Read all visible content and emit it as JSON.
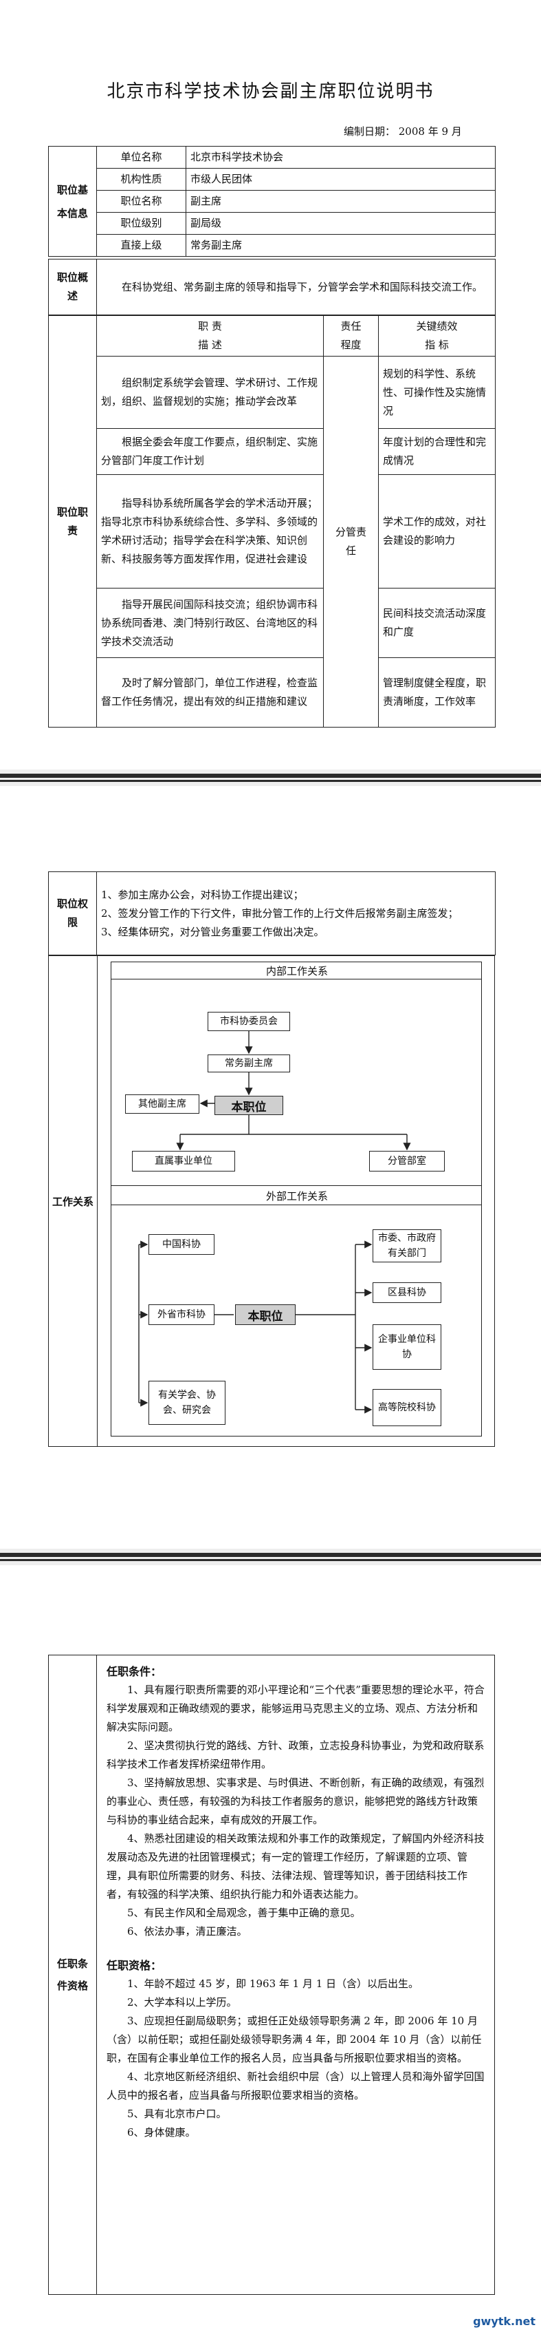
{
  "doc_title": "北京市科学技术协会副主席职位说明书",
  "compile_date": "编制日期：   2008 年 9 月",
  "basic_info": {
    "section_label": "职位基本信息",
    "rows": [
      {
        "k": "单位名称",
        "v": "北京市科学技术协会"
      },
      {
        "k": "机构性质",
        "v": "市级人民团体"
      },
      {
        "k": "职位名称",
        "v": "副主席"
      },
      {
        "k": "职位级别",
        "v": "副局级"
      },
      {
        "k": "直接上级",
        "v": "常务副主席"
      }
    ]
  },
  "overview": {
    "label": "职位概述",
    "text": "在科协党组、常务副主席的领导和指导下，分管学会学术和国际科技交流工作。"
  },
  "duties": {
    "label": "职位职责",
    "head_duty_1": "职    责",
    "head_duty_2": "描    述",
    "head_resp_1": "责任",
    "head_resp_2": "程度",
    "head_kpi_1": "关键绩效",
    "head_kpi_2": "指    标",
    "resp_level": "分管责任",
    "items": [
      {
        "duty": "组织制定系统学会管理、学术研讨、工作规划，组织、监督规划的实施；推动学会改革",
        "kpi": "规划的科学性、系统性、可操作性及实施情况"
      },
      {
        "duty": "根据全委会年度工作要点，组织制定、实施分管部门年度工作计划",
        "kpi": "年度计划的合理性和完成情况"
      },
      {
        "duty": "指导科协系统所属各学会的学术活动开展；指导北京市科协系统综合性、多学科、多领域的学术研讨活动；指导学会在科学决策、知识创新、科技服务等方面发挥作用，促进社会建设",
        "kpi": "学术工作的成效，对社会建设的影响力"
      },
      {
        "duty": "指导开展民间国际科技交流；组织协调市科协系统同香港、澳门特别行政区、台湾地区的科学技术交流活动",
        "kpi": "民间科技交流活动深度和广度"
      },
      {
        "duty": "及时了解分管部门，单位工作进程，检查监督工作任务情况，提出有效的纠正措施和建议",
        "kpi": "管理制度健全程度，职责清晰度，工作效率"
      }
    ]
  },
  "authority": {
    "label": "职位权限",
    "items": [
      "1、参加主席办公会，对科协工作提出建议；",
      "2、签发分管工作的下行文件，审批分管工作的上行文件后报常务副主席签发；",
      "3、经集体研究，对分管业务重要工作做出决定。"
    ]
  },
  "relations": {
    "label": "工作关系",
    "internal_title": "内部工作关系",
    "internal": {
      "top": "市科协委员会",
      "upper": "常务副主席",
      "core": "本职位",
      "peer": "其他副主席",
      "unit": "直属事业单位",
      "dept": "分管部室"
    },
    "external_title": "外部工作关系",
    "external": {
      "core": "本职位",
      "left": [
        "中国科协",
        "外省市科协",
        "有关学会、协会、研究会"
      ],
      "right": [
        "市委、市政府有关部门",
        "区县科协",
        "企事业单位科协",
        "高等院校科协"
      ]
    }
  },
  "qualification": {
    "label": "任职条件资格",
    "cond_title": "任职条件：",
    "conditions": [
      "1、具有履行职责所需要的邓小平理论和“三个代表”重要思想的理论水平，符合科学发展观和正确政绩观的要求，能够运用马克思主义的立场、观点、方法分析和解决实际问题。",
      "2、坚决贯彻执行党的路线、方针、政策，立志投身科协事业，为党和政府联系科学技术工作者发挥桥梁纽带作用。",
      "3、坚持解放思想、实事求是、与时俱进、不断创新，有正确的政绩观，有强烈的事业心、责任感，有较强的为科技工作者服务的意识，能够把党的路线方针政策与科协的事业结合起来，卓有成效的开展工作。",
      "4、熟悉社团建设的相关政策法规和外事工作的政策规定，了解国内外经济科技发展动态及先进的社团管理模式；有一定的管理工作经历，了解课题的立项、管理，具有职位所需要的财务、科技、法律法规、管理等知识，善于团结科技工作者，有较强的科学决策、组织执行能力和外语表达能力。",
      "5、有民主作风和全局观念，善于集中正确的意见。",
      "6、依法办事，清正廉洁。"
    ],
    "qual_title": "任职资格：",
    "qualifications": [
      "1、年龄不超过 45 岁，即 1963 年 1 月 1 日（含）以后出生。",
      "2、大学本科以上学历。",
      "3、应现担任副局级职务；或担任正处级领导职务满 2 年，即 2006 年 10 月（含）以前任职；或担任副处级领导职务满 4 年，即 2004 年 10 月（含）以前任职，在国有企事业单位工作的报名人员，应当具备与所报职位要求相当的资格。",
      "4、北京地区新经济组织、新社会组织中层（含）以上管理人员和海外留学回国人员中的报名者，应当具备与所报职位要求相当的资格。",
      "5、具有北京市户口。",
      "6、身体健康。"
    ]
  },
  "watermark": "gwytk.net"
}
